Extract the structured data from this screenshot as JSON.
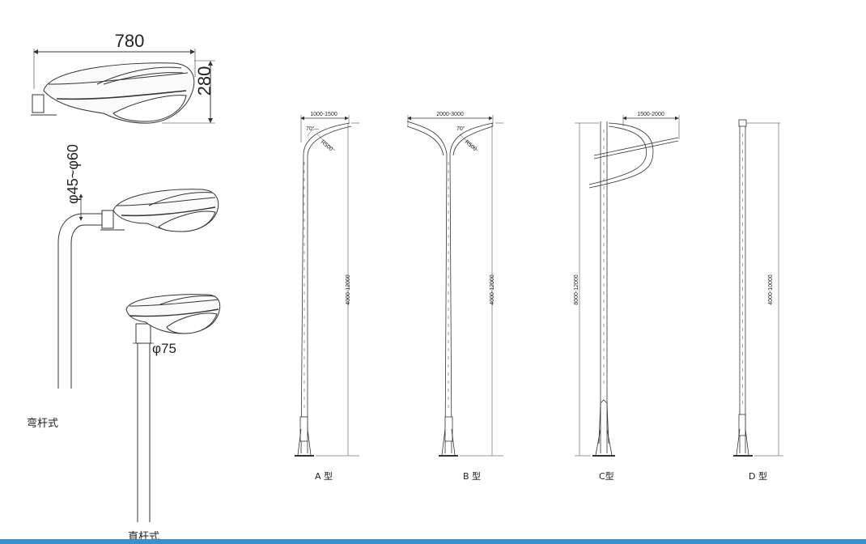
{
  "luminaire": {
    "length": "780",
    "height": "280",
    "curved_pipe_diameter": "φ45~φ60",
    "straight_pipe_diameter": "φ75"
  },
  "mount_labels": {
    "curved": "弯杆式",
    "straight": "直杆式"
  },
  "poles": [
    {
      "label": "A 型",
      "arm_span": "1000-1500",
      "height": "4000-12000",
      "angle": "70°",
      "radius": "R500"
    },
    {
      "label": "B 型",
      "arm_span": "2000-3000",
      "height": "4000-12000",
      "angle": "70°",
      "radius": "R500"
    },
    {
      "label": "C型",
      "arm_span": "1500-2000",
      "height": "8000-12000"
    },
    {
      "label": "D 型",
      "height": "4000-10000"
    }
  ],
  "colors": {
    "line": "#333333",
    "accent_bar": "#3a8fd0"
  }
}
